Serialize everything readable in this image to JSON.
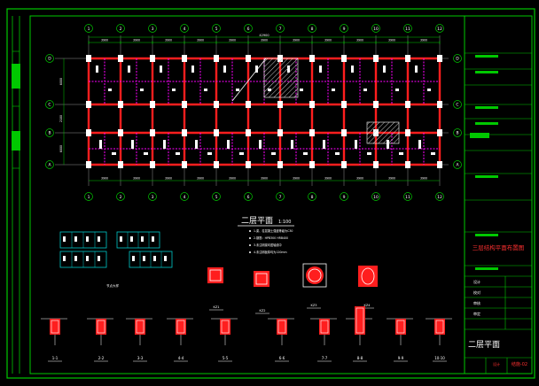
{
  "colors": {
    "background": "#000000",
    "frame": "#00c800",
    "grid": "#b4b4b4",
    "beam": "#ff1e1e",
    "column": "#ffffff",
    "accent": "#ff00ff",
    "text": "#ffffff",
    "title_red": "#ff3030"
  },
  "plan": {
    "title": "二层平面",
    "scale": "1:100",
    "axes_top": [
      "1",
      "2",
      "3",
      "4",
      "5",
      "6",
      "7",
      "8",
      "9",
      "10",
      "11",
      "12"
    ],
    "axes_left": [
      "A",
      "B",
      "C",
      "D"
    ],
    "dims_top": [
      "3900",
      "3900",
      "3900",
      "3900",
      "3900",
      "3900",
      "3900",
      "3900",
      "3900",
      "3900",
      "3900"
    ],
    "dims_bottom": [
      "3900",
      "3900",
      "3900",
      "3900",
      "3900",
      "3900",
      "3900",
      "3900",
      "3900",
      "3900",
      "3900"
    ],
    "total_dim": "42900",
    "dims_left": [
      "6000",
      "2100",
      "6000"
    ]
  },
  "notes": {
    "lines": [
      "1.梁、柱混凝土强度等级为C30",
      "2.钢筋：HPB300 HRB400",
      "3.未注明梁均居轴线中",
      "4.未注明板厚均为120mm"
    ]
  },
  "small_plan": {
    "label": "节点大样"
  },
  "column_sections": [
    {
      "id": "KZ-1",
      "label": "KZ1"
    },
    {
      "id": "KZ-2",
      "label": "KZ2"
    },
    {
      "id": "KZ-3",
      "label": "KZ3"
    },
    {
      "id": "KZ-4",
      "label": "KZ4"
    }
  ],
  "beam_sections": [
    {
      "id": "1-1",
      "label": "1-1"
    },
    {
      "id": "2-2",
      "label": "2-2"
    },
    {
      "id": "3-3",
      "label": "3-3"
    },
    {
      "id": "4-4",
      "label": "4-4"
    },
    {
      "id": "5-5",
      "label": "5-5"
    },
    {
      "id": "6-6",
      "label": "6-6"
    },
    {
      "id": "7-7",
      "label": "7-7"
    },
    {
      "id": "8-8",
      "label": "8-8"
    },
    {
      "id": "9-9",
      "label": "9-9"
    },
    {
      "id": "10-10",
      "label": "10-10"
    }
  ],
  "title_block": {
    "drawing_title_red": "三层结构平面布置图",
    "drawing_name": "二层平面",
    "sheet_no": "结施-02",
    "row_labels": [
      "设计",
      "校对",
      "审核",
      "审定"
    ]
  }
}
